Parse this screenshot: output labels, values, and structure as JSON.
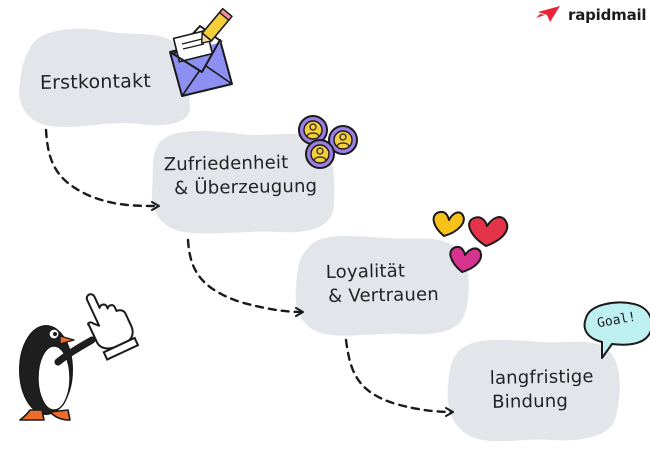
{
  "brand": {
    "name": "rapidmail",
    "color": "#e8233a"
  },
  "diagram": {
    "steps": [
      {
        "label": "Erstkontakt",
        "icon": "envelope-with-pencil-icon"
      },
      {
        "label_line1": "Zufriedenheit",
        "label_line2": "& Überzeugung",
        "icon": "people-group-icon"
      },
      {
        "label_line1": "Loyalität",
        "label_line2": "& Vertrauen",
        "icon": "hearts-icon"
      },
      {
        "label_line1": "langfristige",
        "label_line2": "Bindung",
        "icon": "goal-speech-bubble-icon"
      }
    ],
    "goal_bubble_text": "Goal!",
    "mascot": "penguin-mascot-icon",
    "colors": {
      "blob": "#e2e5ea",
      "heart_yellow": "#f6c21a",
      "heart_red": "#e5334a",
      "heart_pink": "#d6338f",
      "envelope": "#8e8ff2",
      "people": "#9b7ee6",
      "bubble": "#bff0f1"
    }
  }
}
